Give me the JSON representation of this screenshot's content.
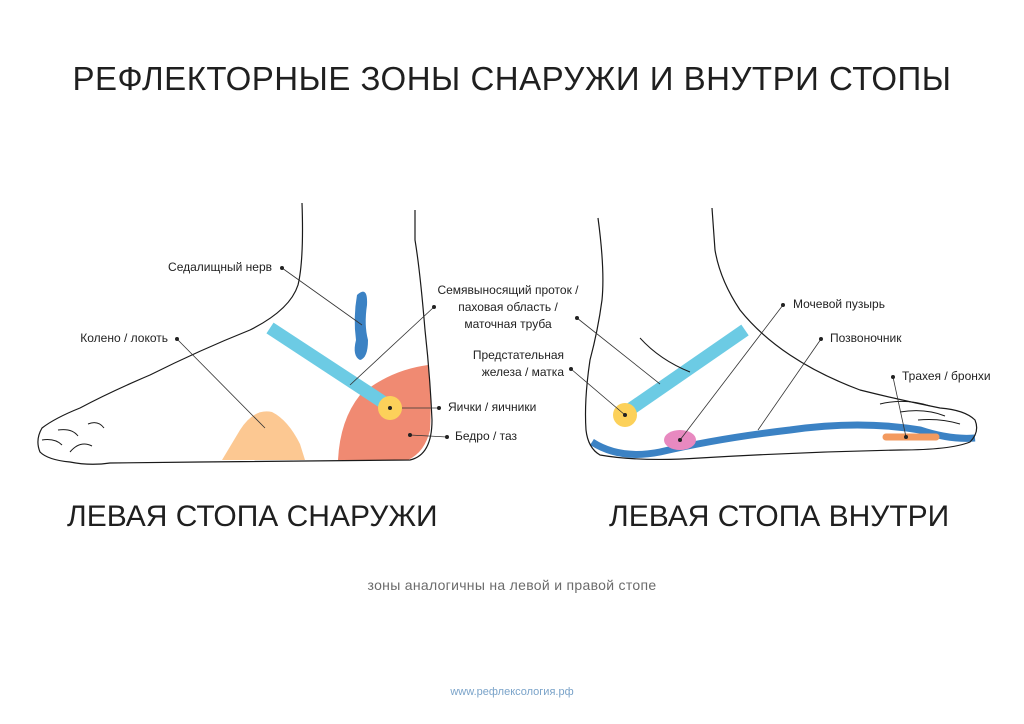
{
  "title": "РЕФЛЕКТОРНЫЕ ЗОНЫ СНАРУЖИ И ВНУТРИ СТОПЫ",
  "left_foot": {
    "caption": "ЛЕВАЯ СТОПА СНАРУЖИ",
    "labels": {
      "sciatic": "Седалищный нерв",
      "knee": "Колено / локоть",
      "duct_1": "Семявыносящий проток /",
      "duct_2": "паховая область /",
      "duct_3": "маточная труба",
      "testes": "Яички / яичники",
      "hip": "Бедро / таз"
    }
  },
  "right_foot": {
    "caption": "ЛЕВАЯ СТОПА ВНУТРИ",
    "labels": {
      "bladder": "Мочевой пузырь",
      "spine": "Позвоночник",
      "prostate_1": "Предстательная",
      "prostate_2": "железа / матка",
      "trachea": "Трахея / бронхи"
    }
  },
  "note": "зоны аналогичны на левой и правой стопе",
  "website": "www.рефлексология.рф",
  "colors": {
    "light_blue": "#6ccbe4",
    "blue": "#3b82c4",
    "salmon": "#f08a72",
    "peach": "#fcc892",
    "yellow": "#fcd15a",
    "pink": "#e889c0",
    "orange": "#f39a5f",
    "outline": "#1a1a1a"
  }
}
